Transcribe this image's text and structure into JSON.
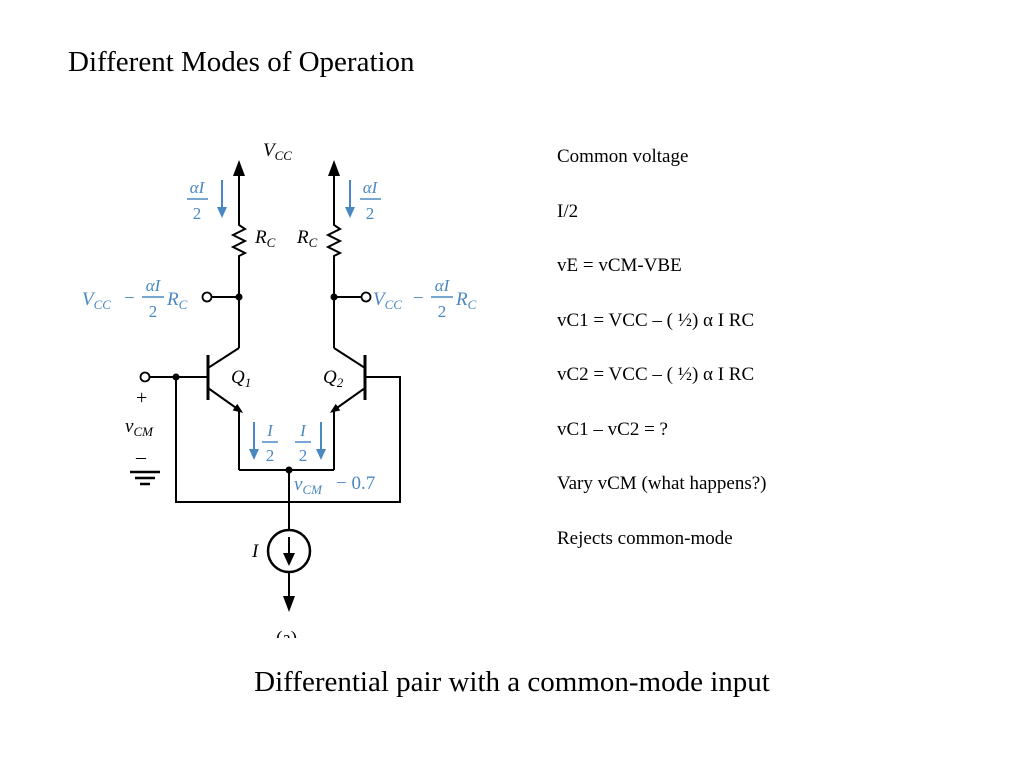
{
  "slide": {
    "title": "Different Modes of Operation",
    "caption": "Differential pair with a common-mode input"
  },
  "notes": [
    "Common voltage",
    "I/2",
    "vE = vCM-VBE",
    "vC1 = VCC – ( ½) α I RC",
    "vC2 = VCC – ( ½) α I RC",
    "vC1 – vC2 = ?",
    "Vary vCM (what happens?)",
    "Rejects common-mode"
  ],
  "circuit": {
    "supply_label": "V",
    "supply_sub": "CC",
    "collector_current_num": "αI",
    "collector_current_den": "2",
    "resistor_label": "R",
    "resistor_sub": "C",
    "output_prefix": "V",
    "output_prefix_sub": "CC",
    "output_minus": "−",
    "output_num": "αI",
    "output_den": "2",
    "output_res": "R",
    "output_res_sub": "C",
    "q1_label": "Q",
    "q1_sub": "1",
    "q2_label": "Q",
    "q2_sub": "2",
    "input_plus": "+",
    "input_minus": "–",
    "input_label": "v",
    "input_sub": "CM",
    "emitter_current_num": "I",
    "emitter_current_den": "2",
    "emitter_node_label": "v",
    "emitter_node_sub": "CM",
    "emitter_node_offset": "− 0.7",
    "source_label": "I",
    "figure_label": "(a)"
  }
}
